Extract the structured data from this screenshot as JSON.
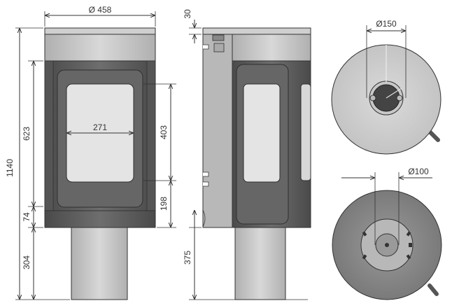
{
  "dimensions": {
    "top_diameter": "Ø 458",
    "total_height": "1140",
    "window_width": "271",
    "body_height": "623",
    "band_height": "74",
    "pedestal_height": "304",
    "window_height": "403",
    "lower_height": "198",
    "top_cap": "30",
    "side_pedestal": "375",
    "flue_diameter": "Ø150",
    "air_diameter": "Ø100"
  },
  "colors": {
    "steel_light": "#d6d6d6",
    "steel_mid": "#bdbdbd",
    "dark_body": "#606060",
    "glass": "#e4e4e4",
    "line": "#333333"
  }
}
